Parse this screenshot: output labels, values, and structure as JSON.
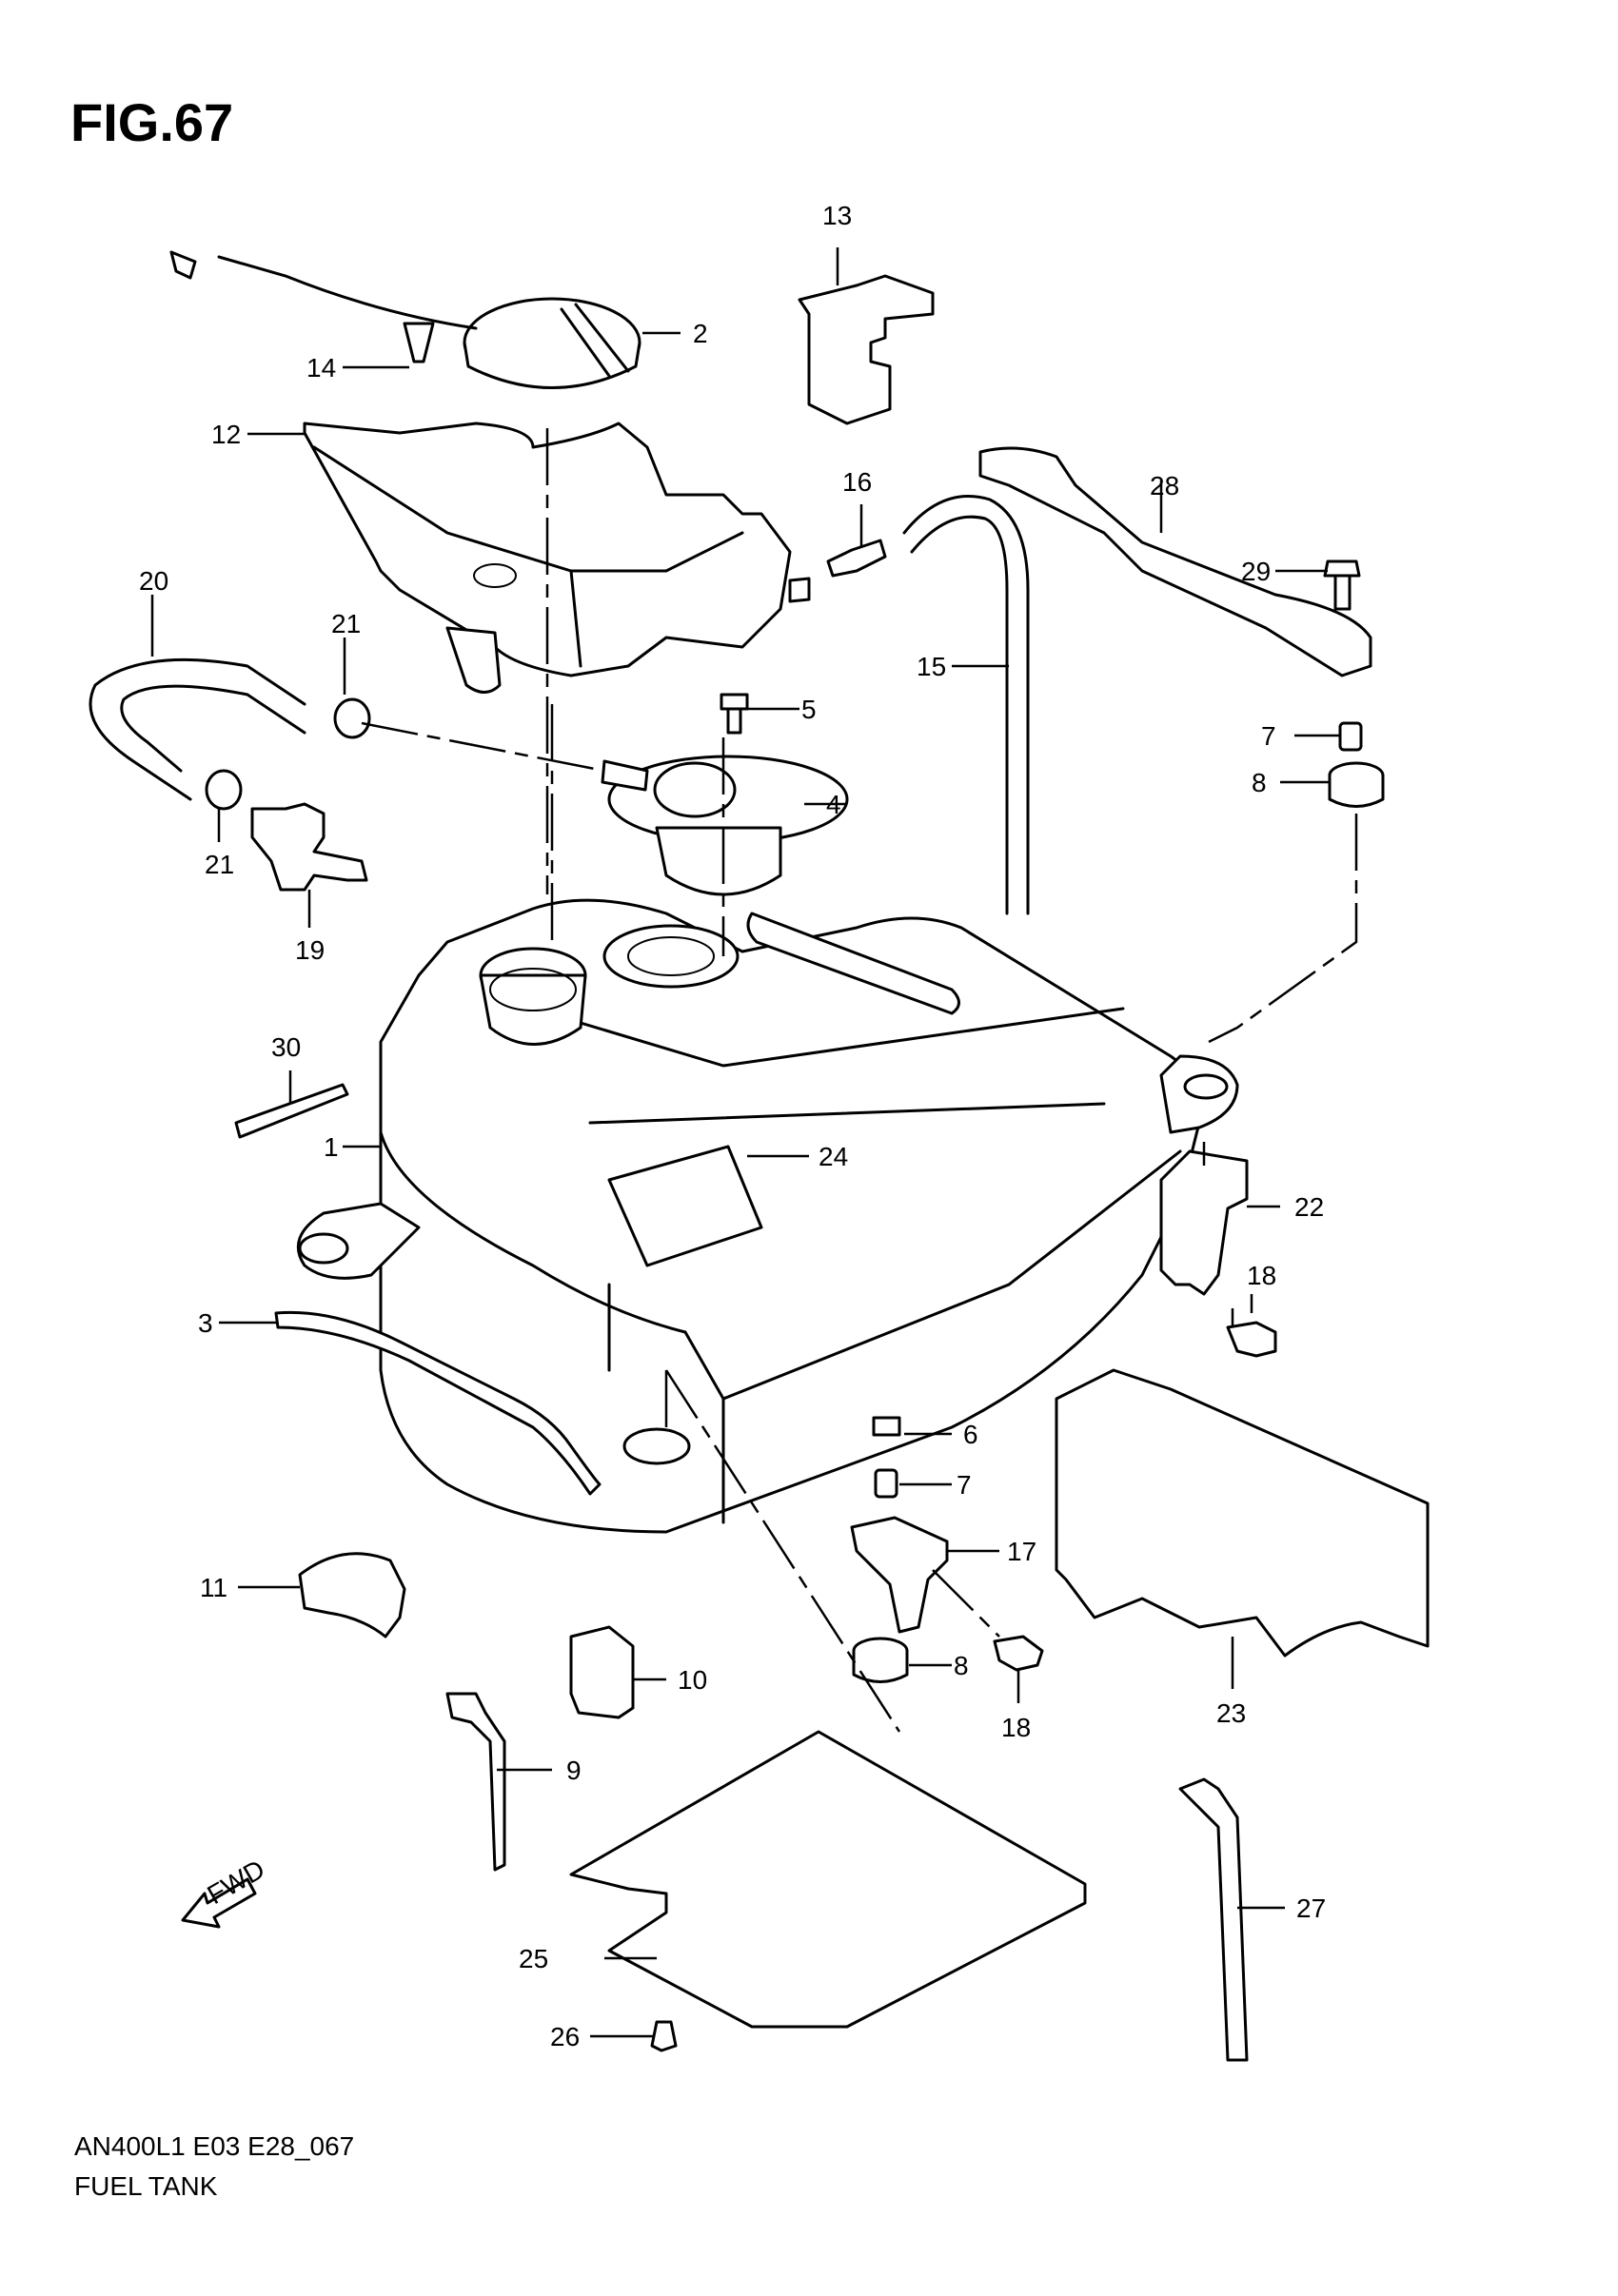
{
  "figure": {
    "title": "FIG.67",
    "code": "AN400L1 E03 E28_067",
    "name": "FUEL TANK"
  },
  "fwd_label": "FWD",
  "callouts": [
    "1",
    "2",
    "3",
    "4",
    "5",
    "6",
    "7",
    "7",
    "8",
    "8",
    "9",
    "10",
    "11",
    "12",
    "13",
    "14",
    "15",
    "16",
    "17",
    "18",
    "18",
    "19",
    "20",
    "21",
    "21",
    "22",
    "23",
    "24",
    "25",
    "26",
    "27",
    "28",
    "29",
    "30"
  ]
}
